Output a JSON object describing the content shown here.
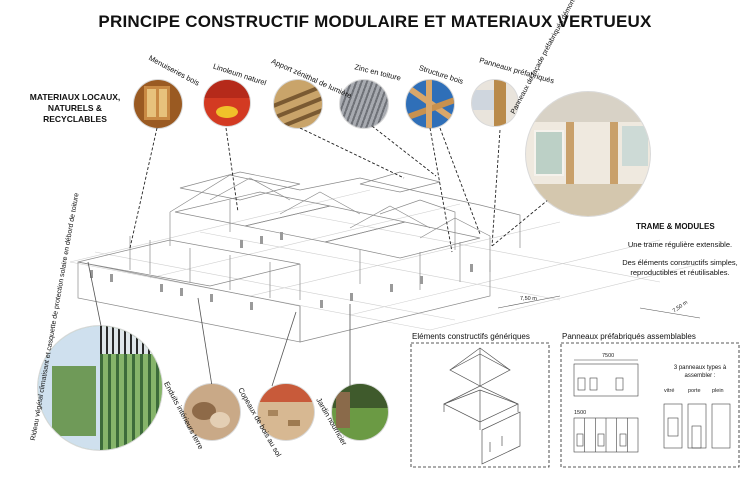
{
  "title": "PRINCIPE CONSTRUCTIF MODULAIRE ET MATERIAUX VERTUEUX",
  "side_label": [
    "MATERIAUX LOCAUX,",
    "NATURELS & RECYCLABLES"
  ],
  "top_circles": [
    {
      "label": "Menuiseries bois",
      "icon": "wood-window-photo",
      "color": "#9a5a22"
    },
    {
      "label": "Linoleum naturel",
      "icon": "linoleum-floor-photo",
      "color": "#d33a22"
    },
    {
      "label": "Apport zénithal de lumière",
      "icon": "skylight-photo",
      "color": "#c9a46a"
    },
    {
      "label": "Zinc en toiture",
      "icon": "zinc-roof-photo",
      "color": "#8c8f95"
    },
    {
      "label": "Structure bois",
      "icon": "timber-structure-photo",
      "color": "#2f6fb8"
    },
    {
      "label": "Panneaux préfabriqués",
      "icon": "prefab-panel-photo",
      "color": "#b98a4a"
    }
  ],
  "big_circle": {
    "label": "Panneaux de façade préfabriqués démontables en matériaux biosourcés",
    "icon": "facade-interior-photo"
  },
  "trame": {
    "title": "TRAME & MODULES",
    "line1": "Une trame régulière extensible.",
    "line2": "Des éléments constructifs simples,",
    "line3": "reproductibles et réutilisables."
  },
  "dimensions": {
    "dim_a": "7,50 m",
    "dim_b": "7,50 m"
  },
  "bottom_circles": [
    {
      "label": "Rideau végétal climatisant et casquette de protection solaire en débord de toiture",
      "icon": "green-curtain-photo"
    },
    {
      "label": "Enduits intérieurs terre",
      "icon": "earth-plaster-photo"
    },
    {
      "label": "Copeaux de bois au sol",
      "icon": "wood-chips-photo"
    },
    {
      "label": "Jardin nourricier",
      "icon": "garden-photo"
    }
  ],
  "box_elements": {
    "title": "Eléments constructifs génériques"
  },
  "box_panels": {
    "title": "Panneaux préfabriqués assemblables",
    "note": "3 panneaux types à assembler :",
    "types": [
      "vitré",
      "porte",
      "plein"
    ],
    "width_total": "7500",
    "width_unit": "1500"
  }
}
